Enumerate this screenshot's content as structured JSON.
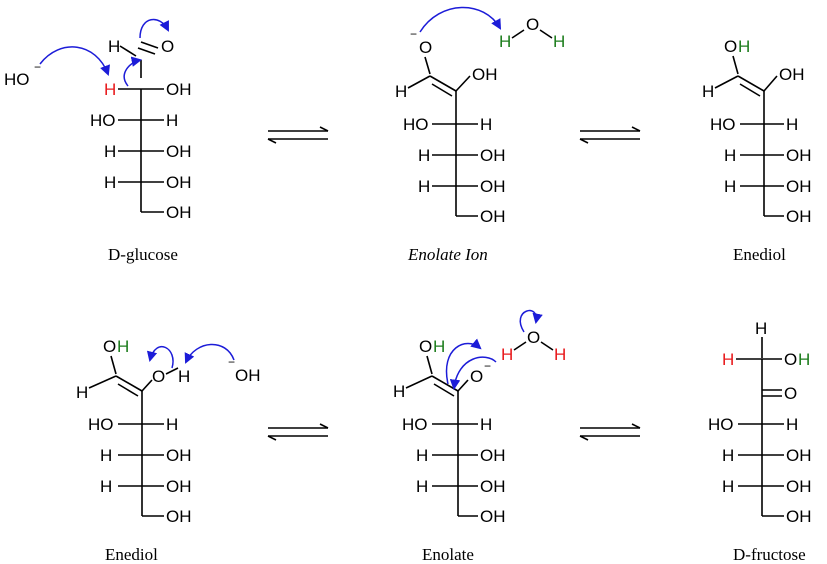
{
  "colors": {
    "text": "#000000",
    "transferred_h": "#e8191c",
    "new_h": "#1d7d1d",
    "curved_arrow": "#1c1cd8"
  },
  "atoms": {
    "h": "H",
    "o": "O",
    "oh": "OH",
    "ho": "HO",
    "minus": "−"
  },
  "species": {
    "glucose": {
      "caption": "D-glucose"
    },
    "enolate_ion": {
      "caption": "Enolate Ion"
    },
    "enediol_1": {
      "caption": "Enediol"
    },
    "enediol_2": {
      "caption": "Enediol"
    },
    "enolate": {
      "caption": "Enolate"
    },
    "fructose": {
      "caption": "D-fructose"
    }
  },
  "reagents": {
    "hydroxide": "HO",
    "hydroxide_2": "OH",
    "water": "H O H"
  },
  "equilibria": [
    {
      "from": "D-glucose",
      "to": "Enolate Ion"
    },
    {
      "from": "Enolate Ion",
      "to": "Enediol"
    },
    {
      "from": "Enediol",
      "to": "Enolate"
    },
    {
      "from": "Enolate",
      "to": "D-fructose"
    }
  ]
}
